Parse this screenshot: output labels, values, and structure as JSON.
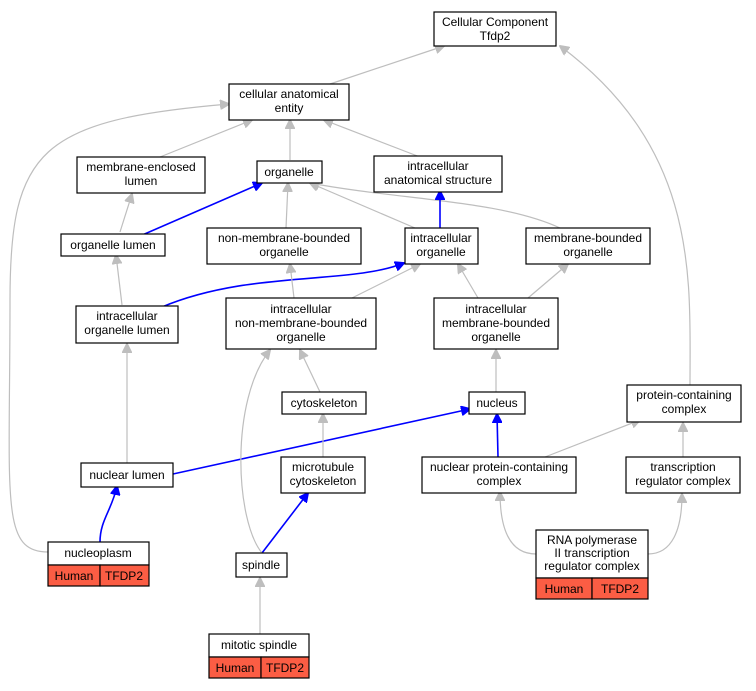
{
  "nodes": {
    "root": [
      "Cellular Component",
      "Tfdp2"
    ],
    "cae": [
      "cellular anatomical",
      "entity"
    ],
    "mel": [
      "membrane-enclosed",
      "lumen"
    ],
    "organelle": [
      "organelle"
    ],
    "ias": [
      "intracellular",
      "anatomical structure"
    ],
    "olumen": [
      "organelle lumen"
    ],
    "nmbo": [
      "non-membrane-bounded",
      "organelle"
    ],
    "io": [
      "intracellular",
      "organelle"
    ],
    "mbo": [
      "membrane-bounded",
      "organelle"
    ],
    "iol": [
      "intracellular",
      "organelle lumen"
    ],
    "inmbo": [
      "intracellular",
      "non-membrane-bounded",
      "organelle"
    ],
    "imbo": [
      "intracellular",
      "membrane-bounded",
      "organelle"
    ],
    "cytoskeleton": [
      "cytoskeleton"
    ],
    "nucleus": [
      "nucleus"
    ],
    "pcc": [
      "protein-containing",
      "complex"
    ],
    "nlumen": [
      "nuclear lumen"
    ],
    "mtcyto": [
      "microtubule",
      "cytoskeleton"
    ],
    "npcc": [
      "nuclear protein-containing",
      "complex"
    ],
    "trc": [
      "transcription",
      "regulator complex"
    ],
    "nucleoplasm": [
      "nucleoplasm"
    ],
    "spindle": [
      "spindle"
    ],
    "rnap": [
      "RNA polymerase",
      "II transcription",
      "regulator complex"
    ],
    "mitotic": [
      "mitotic spindle"
    ]
  },
  "annotations": {
    "nucleoplasm": [
      "Human",
      "TFDP2"
    ],
    "rnap": [
      "Human",
      "TFDP2"
    ],
    "mitotic": [
      "Human",
      "TFDP2"
    ]
  },
  "colors": {
    "is_a_edge": "#bebebe",
    "part_of_edge": "#0000ff",
    "annotation_fill": "#fb5d44"
  }
}
